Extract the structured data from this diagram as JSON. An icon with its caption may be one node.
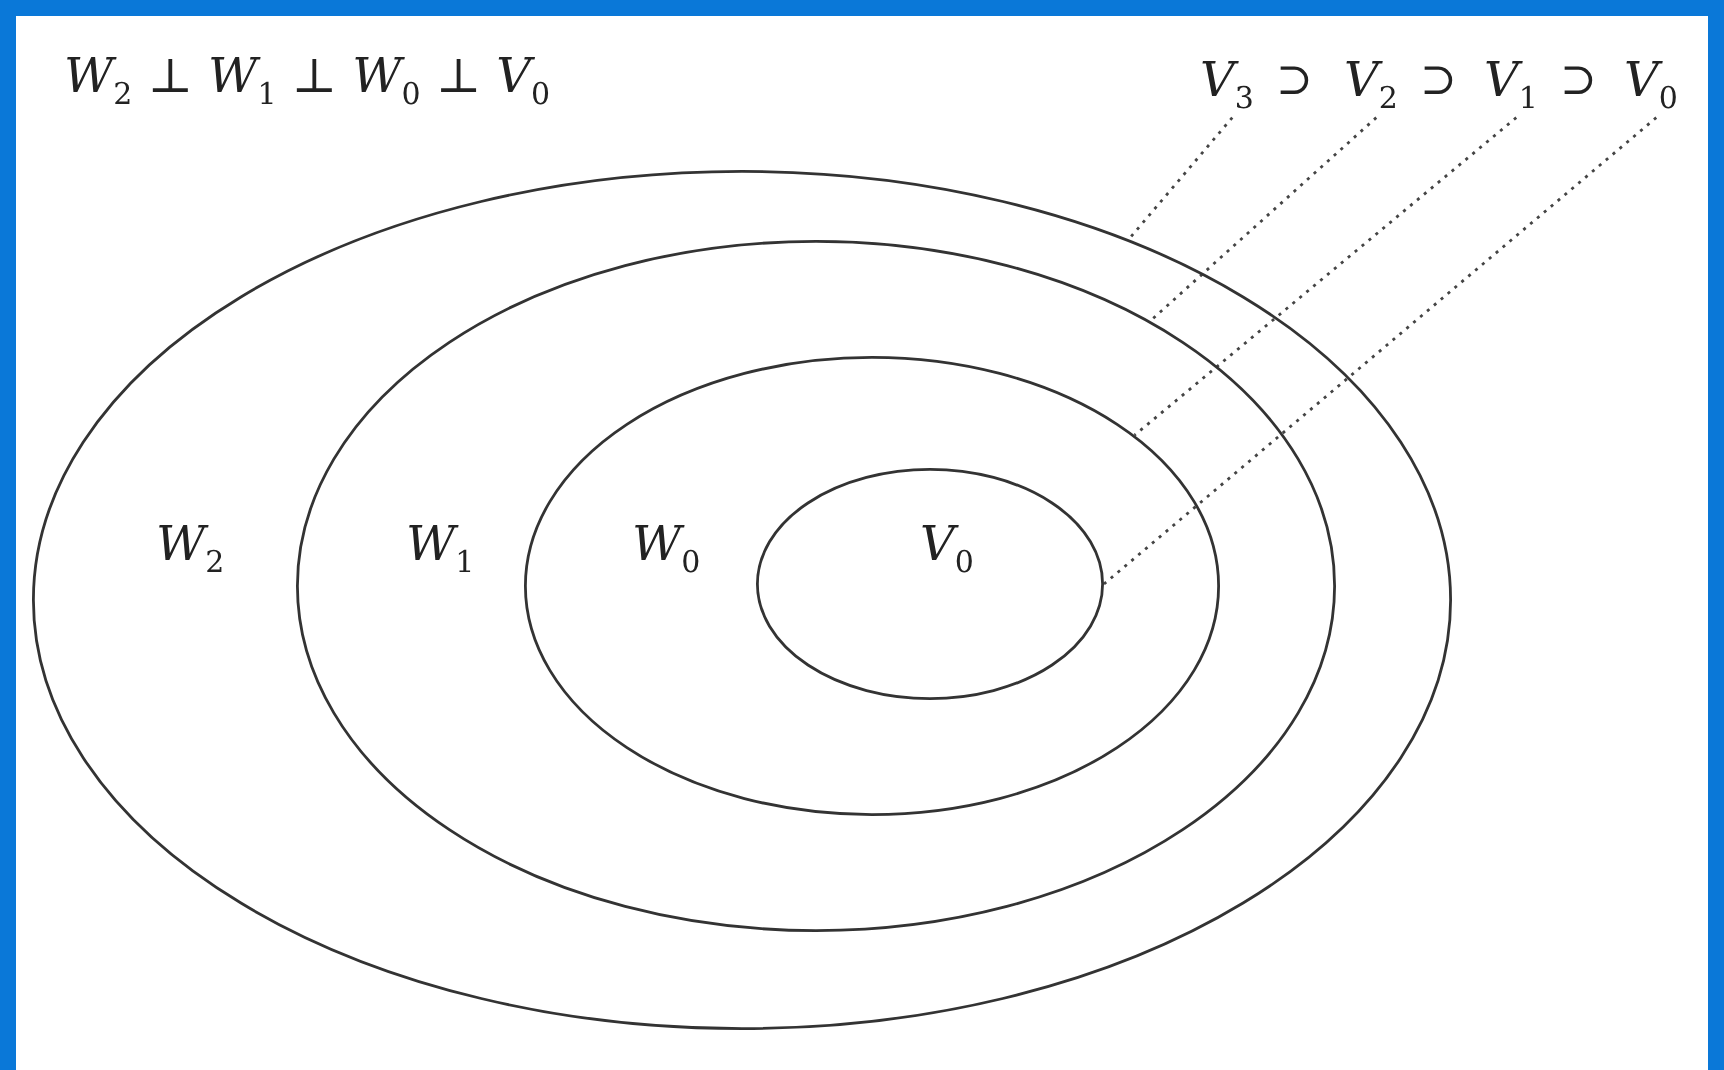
{
  "diagram": {
    "title": "W$_{2}$ ⊥ W$_{1}$ ⊥ W$_{0}$ ⊥ V$_{0}$",
    "nodes": [
      {
        "text": [
          "W$_{2}$"
        ]
      },
      {
        "text": [
          "W$_{1}$"
        ],
        "in": 0
      },
      {
        "text": [
          "W$_{0}$"
        ],
        "in": 1
      },
      {
        "text": [
          "V$_{0}$"
        ],
        "in": 2
      },
      {
        "text": [
          "V$_{3}$"
        ]
      },
      {
        "text": [
          "V$_{2}$"
        ]
      },
      {
        "text": [
          "V$_{1}$"
        ]
      },
      {
        "text": [
          "V$_{0}$"
        ]
      }
    ],
    "edges": [
      {
        "from": 4,
        "to": 0,
        "arrow": "none",
        "style": "dashed"
      },
      {
        "from": 5,
        "to": 1,
        "arrow": "none",
        "style": "dashed"
      },
      {
        "from": 6,
        "to": 2,
        "arrow": "none",
        "style": "dashed"
      },
      {
        "from": 7,
        "to": 3,
        "arrow": "none",
        "style": "dashed"
      }
    ],
    "labels": [
      "⊃",
      "⊃",
      "⊃"
    ]
  }
}
